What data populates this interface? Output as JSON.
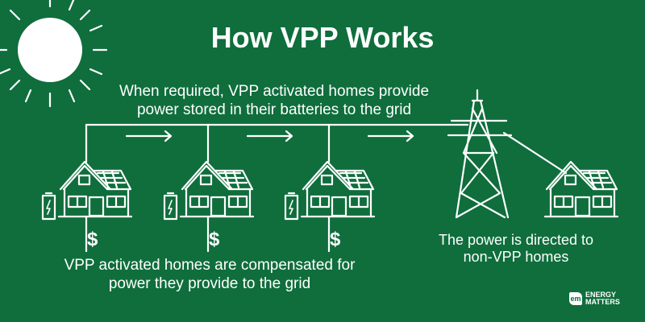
{
  "title": "How VPP Works",
  "top_text": "When required, VPP activated homes provide power stored in their batteries to the grid",
  "bottom_text": "VPP activated homes are compensated for power they provide to the grid",
  "right_text": "The power is directed to non-VPP homes",
  "currency_symbol": "$",
  "logo": {
    "line1": "ENERGY",
    "line2": "MATTERS",
    "mark": "em"
  },
  "colors": {
    "background": "#0f6e3c",
    "foreground": "#ffffff"
  }
}
